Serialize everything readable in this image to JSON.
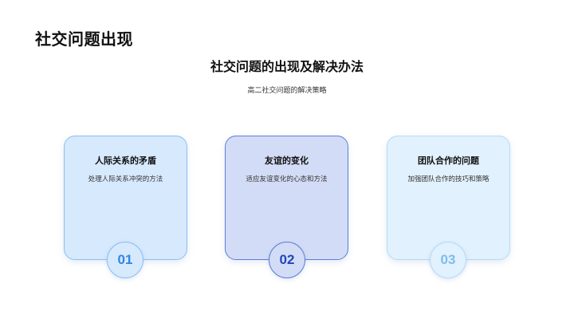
{
  "slide": {
    "section_title": "社交问题出现",
    "main_title": "社交问题的出现及解决办法",
    "subtitle": "高二社交问题的解决策略"
  },
  "cards": [
    {
      "number": "01",
      "title": "人际关系的矛盾",
      "description": "处理人际关系冲突的方法",
      "colors": {
        "bg": "#d6e9fd",
        "border": "#8dbff2",
        "badge_bg": "#d6e9fd",
        "badge_border": "#8dbff2",
        "number": "#2f86e3"
      }
    },
    {
      "number": "02",
      "title": "友谊的变化",
      "description": "适应友谊变化的心态和方法",
      "colors": {
        "bg": "#d3dcf6",
        "border": "#5d7fd6",
        "badge_bg": "#d3dcf6",
        "badge_border": "#5d7fd6",
        "number": "#1f48b8"
      }
    },
    {
      "number": "03",
      "title": "团队合作的问题",
      "description": "加强团队合作的技巧和策略",
      "colors": {
        "bg": "#e1f1fd",
        "border": "#b4dbf6",
        "badge_bg": "#e1f1fd",
        "badge_border": "#b4dbf6",
        "number": "#7cbdec"
      }
    }
  ]
}
